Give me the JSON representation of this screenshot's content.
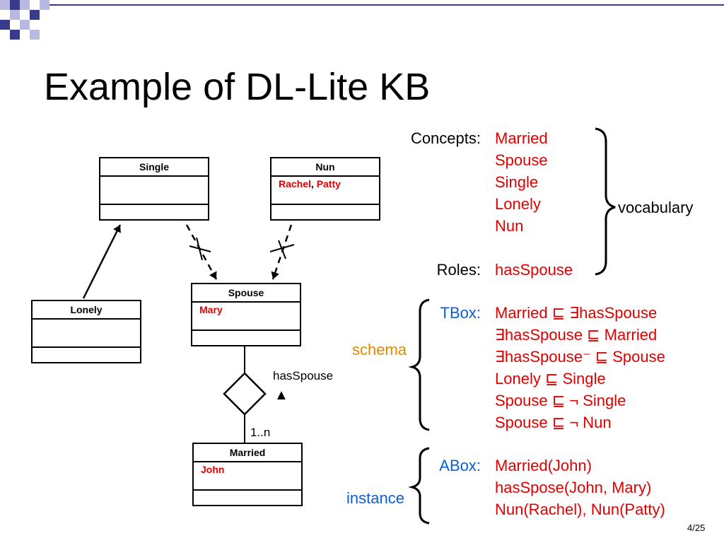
{
  "slide": {
    "title": "Example of DL-Lite KB",
    "page_number": "4/25"
  },
  "uml": {
    "single": {
      "name": "Single",
      "instances": ""
    },
    "nun": {
      "name": "Nun",
      "instances": [
        "Rachel",
        "Patty"
      ],
      "separator": ", "
    },
    "lonely": {
      "name": "Lonely",
      "instances": ""
    },
    "spouse": {
      "name": "Spouse",
      "instances": "Mary"
    },
    "married": {
      "name": "Married",
      "instances": "John"
    },
    "relation_label": "hasSpouse",
    "multiplicity": "1..n",
    "direction_glyph": "▲"
  },
  "kb": {
    "concepts_label": "Concepts:",
    "concepts": [
      "Married",
      "Spouse",
      "Single",
      "Lonely",
      "Nun"
    ],
    "roles_label": "Roles:",
    "roles": [
      "hasSpouse"
    ],
    "vocabulary_label": "vocabulary",
    "tbox_label": "TBox:",
    "tbox": [
      "Married ⊑ ∃hasSpouse",
      "∃hasSpouse ⊑ Married",
      "∃hasSpouse⁻ ⊑ Spouse",
      "Lonely ⊑ Single",
      "Spouse ⊑ ¬ Single",
      "Spouse ⊑ ¬ Nun"
    ],
    "schema_label": "schema",
    "abox_label": "ABox:",
    "abox": [
      "Married(John)",
      "hasSpose(John, Mary)",
      "Nun(Rachel), Nun(Patty)"
    ],
    "instance_label": "instance"
  },
  "colors": {
    "red": "#e00000",
    "blue": "#0a5fd8",
    "orange": "#e08a00",
    "deco_dark": "#3a3a8c",
    "deco_light": "#b8b8e0"
  }
}
